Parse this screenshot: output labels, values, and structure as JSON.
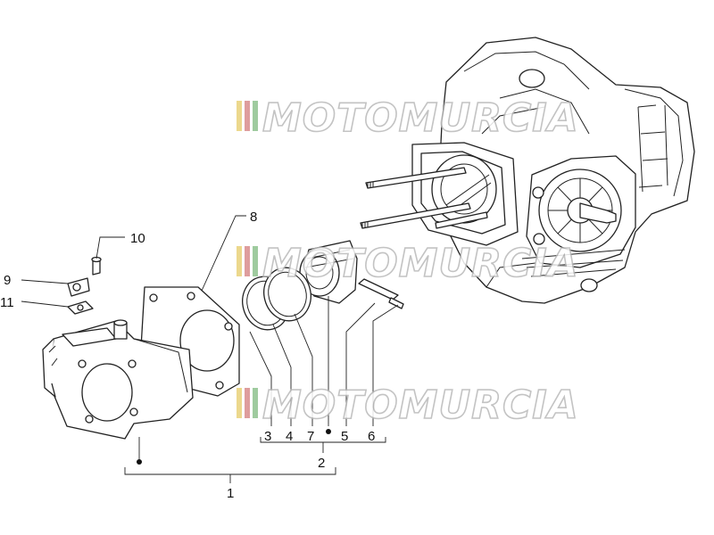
{
  "watermark": {
    "text": "MOTOMURCIA",
    "stripe_colors": [
      "#e9d27a",
      "#d98c8c",
      "#8fc28f"
    ]
  },
  "callouts": {
    "c1": "1",
    "c2": "2",
    "c3": "3",
    "c4": "4",
    "c5": "5",
    "c6": "6",
    "c7": "7",
    "c8": "8",
    "c9": "9",
    "c10": "10",
    "c11": "11"
  }
}
